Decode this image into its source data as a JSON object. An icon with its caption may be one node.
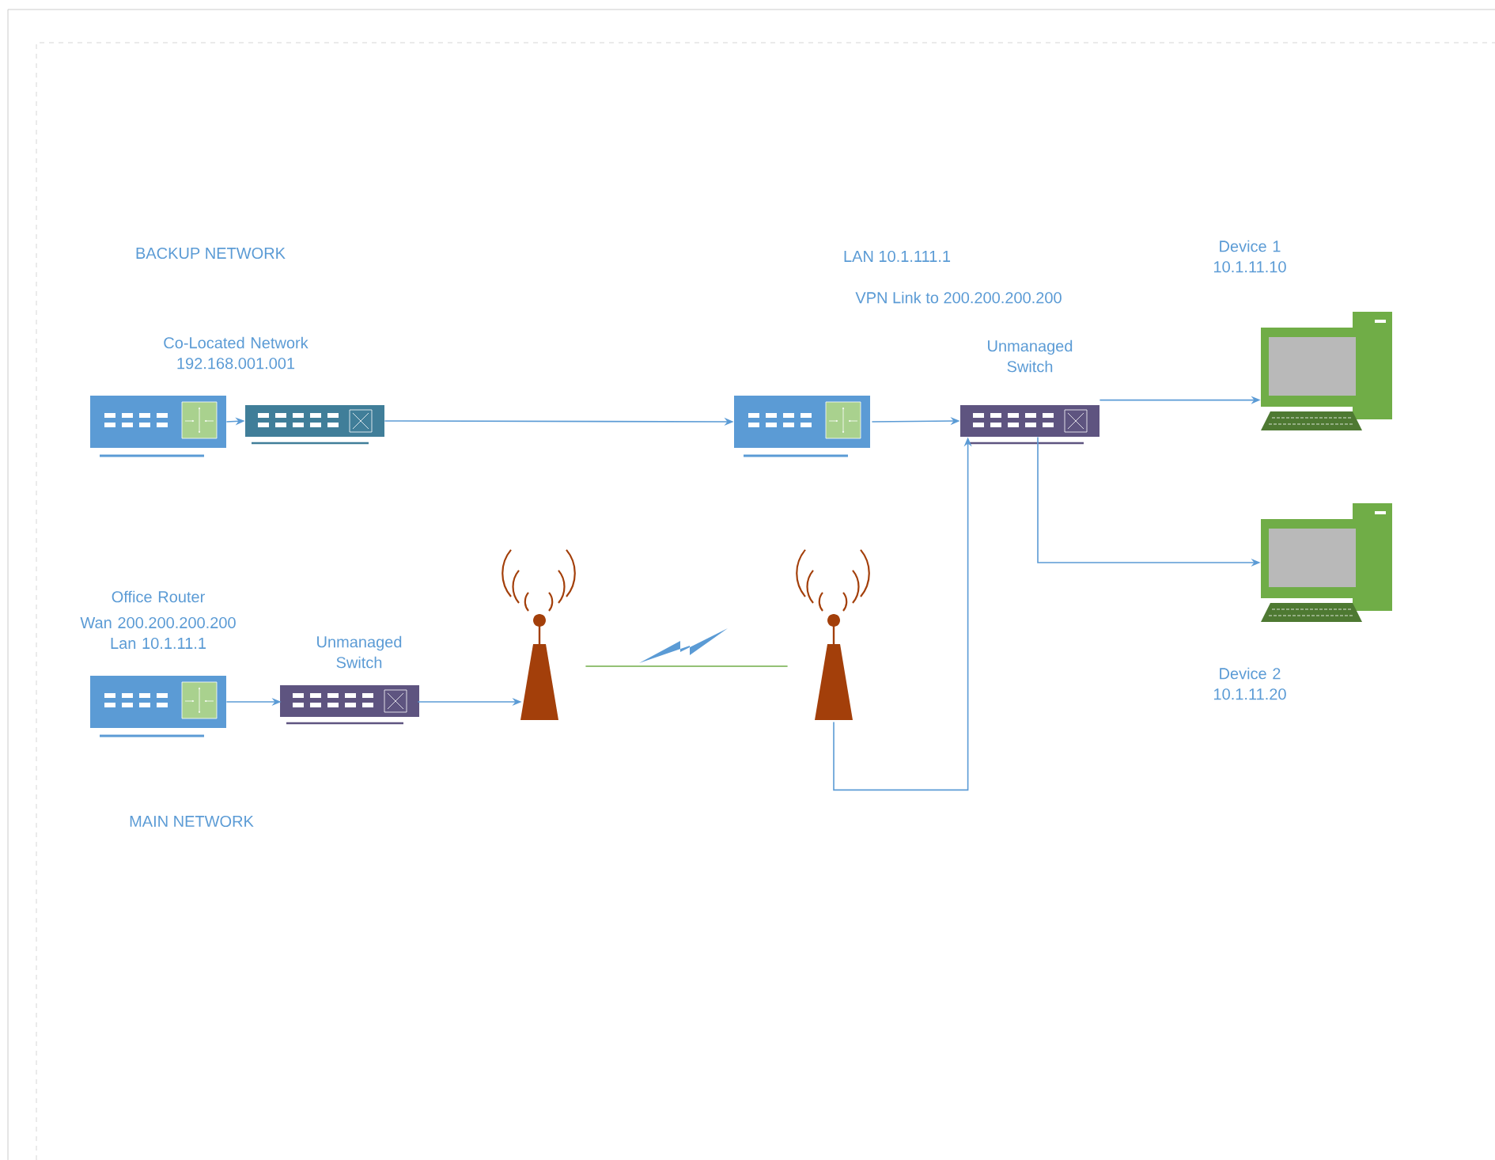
{
  "diagram": {
    "nodes": [
      {
        "text": [
          "Co-Located Network 192.168.001.001"
        ]
      },
      {
        "text": [],
        "shape": "box"
      },
      {
        "text": [],
        "shape": "box"
      },
      {
        "text": [
          "Unmanaged Switch"
        ]
      },
      {
        "text": [
          "Device 1 10.1.11.10"
        ]
      },
      {
        "text": [
          "Device 2 10.1.11.20"
        ]
      },
      {
        "text": [
          "Office Router",
          "Wan 200.200.200.200 Lan 10.1.11.1"
        ]
      },
      {
        "text": [
          "Unmanaged Switch"
        ]
      },
      {
        "text": [],
        "shape": "tower"
      },
      {
        "text": [],
        "shape": "tower"
      }
    ],
    "edges": [
      {
        "from": 0,
        "to": 1,
        "arrow": "to"
      },
      {
        "from": 1,
        "to": 2,
        "arrow": "to"
      },
      {
        "from": 2,
        "to": 3,
        "arrow": "to"
      },
      {
        "from": 3,
        "to": 4,
        "arrow": "to"
      },
      {
        "from": 3,
        "to": 5,
        "arrow": "to"
      },
      {
        "from": 6,
        "to": 7,
        "arrow": "to"
      },
      {
        "from": 7,
        "to": 8,
        "arrow": "to"
      },
      {
        "from": 8,
        "to": 9,
        "arrow": "none",
        "color": "#70ad47"
      },
      {
        "from": 9,
        "to": 3,
        "arrow": "to"
      }
    ],
    "labels": [
      "BACKUP NETWORK",
      "LAN 10.1.111.1",
      "VPN Link to 200.200.200.200",
      "MAIN NETWORK"
    ]
  }
}
